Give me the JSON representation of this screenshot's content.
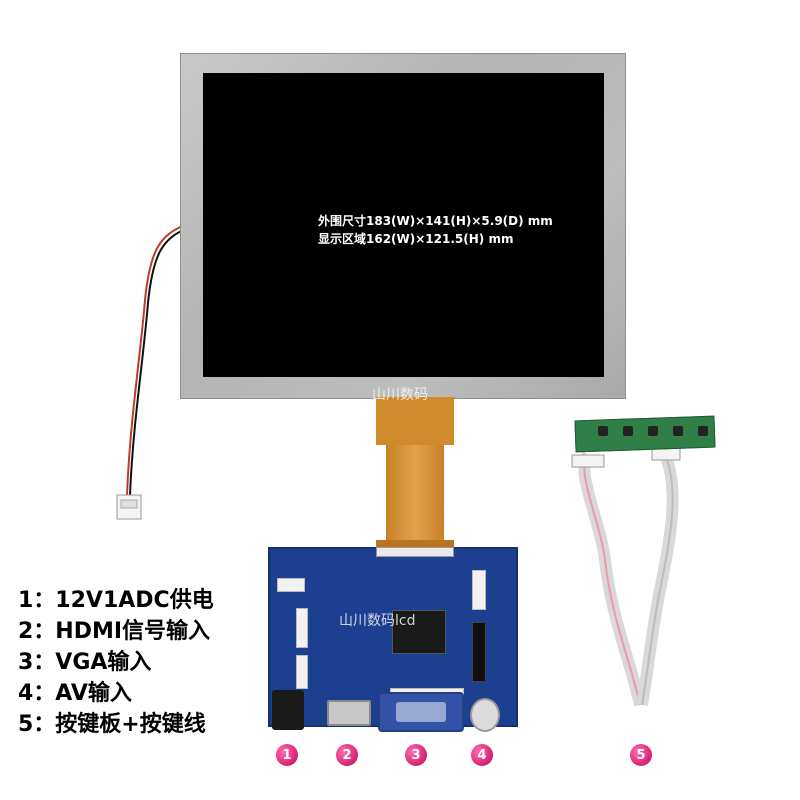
{
  "panel": {
    "spec_outer": "外围尺寸183(W)×141(H)×5.9(D) mm",
    "spec_display": "显示区域162(W)×121.5(H) mm",
    "watermark_top": "山川数码",
    "colors": {
      "frame": "#b8b8b8",
      "screen": "#000000",
      "flex_cable": "#cf8a2c"
    }
  },
  "board": {
    "watermark": "山川数码lcd",
    "colors": {
      "pcb": "#1d3f8f",
      "key_pcb": "#2f7f47"
    }
  },
  "badges": [
    "1",
    "2",
    "3",
    "4",
    "5"
  ],
  "badge_color": "#d61f74",
  "legend": [
    "1：12V1ADC供电",
    "2：HDMI信号输入",
    "3：VGA输入",
    "4：AV输入",
    "5：按键板+按键线"
  ]
}
